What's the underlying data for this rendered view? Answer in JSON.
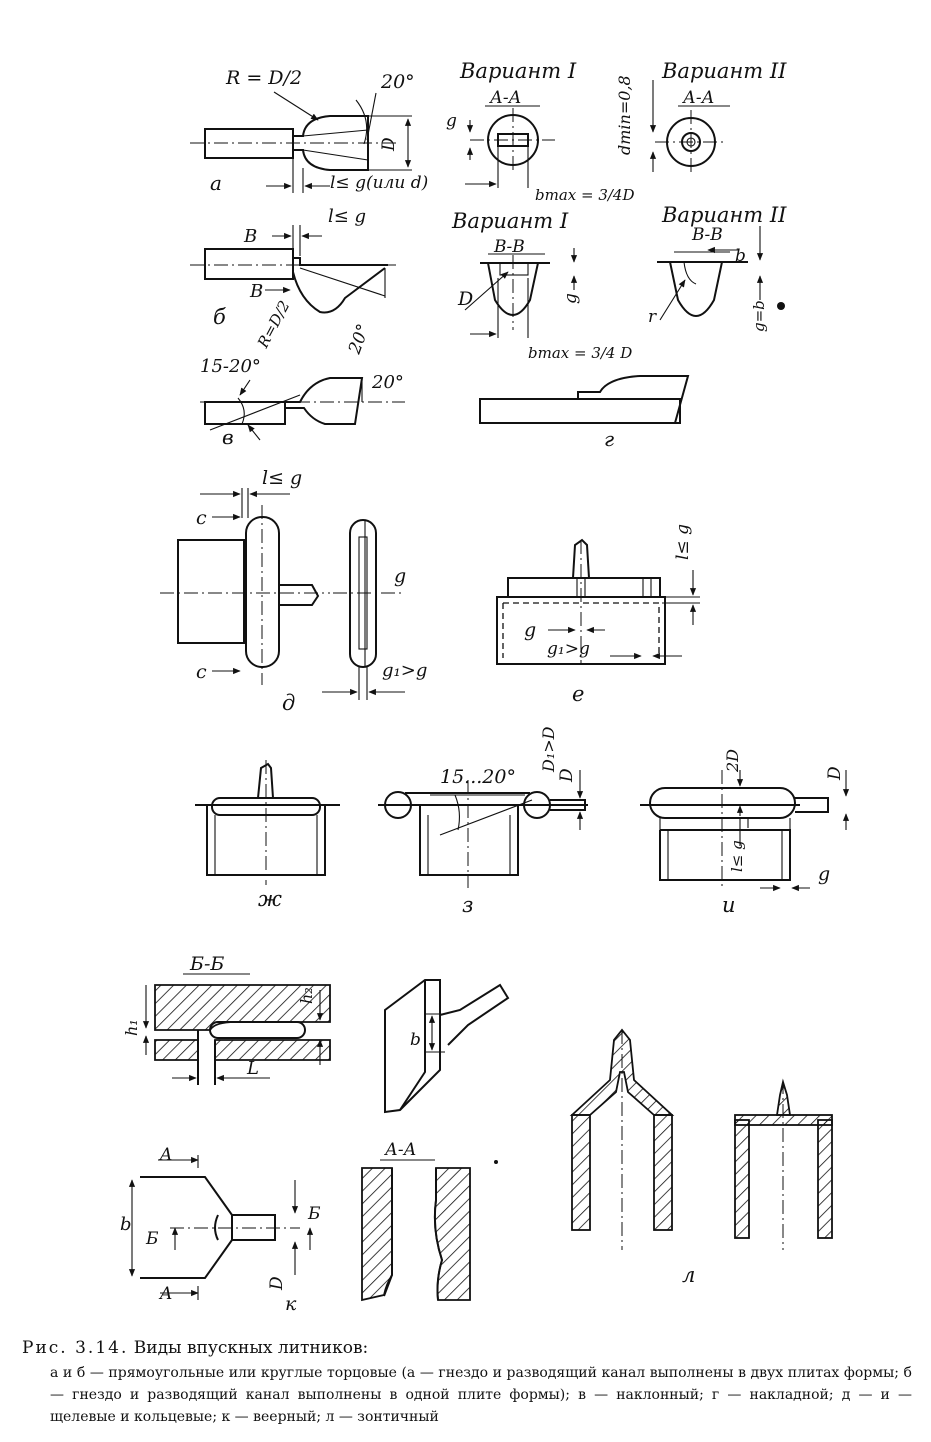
{
  "labels": {
    "a": "а",
    "b": "б",
    "v": "в",
    "g_sub": "г",
    "d_sub": "д",
    "e": "е",
    "zh": "ж",
    "z": "з",
    "i": "и",
    "k": "к",
    "l_sub": "л",
    "var1": "Вариант I",
    "var2": "Вариант II",
    "sec_aa": "А-А",
    "sec_bb": "В-В",
    "sec_BB": "Б-Б",
    "sec_AA_k": "А-А",
    "r_d2": "R = D/2",
    "r_d2_rot": "R=D/2",
    "deg20": "20°",
    "deg1520": "15-20°",
    "deg1520b": "15...20°",
    "lg": "l≤ g",
    "l_g_or_d": "l≤ g(или d)",
    "bmax": "bmax = 3/4D",
    "bmax2": "bmax = 3/4 D",
    "dmin": "dmin=0,8",
    "D": "D",
    "Dgt": "D₁>D",
    "D2": "2D",
    "g": "g",
    "g1g": "g₁>g",
    "gb": "g=b",
    "c": "c",
    "B": "B",
    "A": "A",
    "Bsec": "Б",
    "h1": "h₁",
    "h2": "h₂",
    "L": "L",
    "bsym": "b",
    "r": "r"
  },
  "caption": {
    "fig_label": "Рис. 3.14.",
    "title": "Виды впускных литников:",
    "text": "а и б — прямоугольные или круглые торцовые (а — гнездо и разводящий канал выполнены в двух плитах формы; б — гнездо и разводящий канал выполнены в одной плите формы); в — наклонный; г — накладной; д — и — щелевые и кольцевые; к — веерный; л — зонтичный"
  }
}
